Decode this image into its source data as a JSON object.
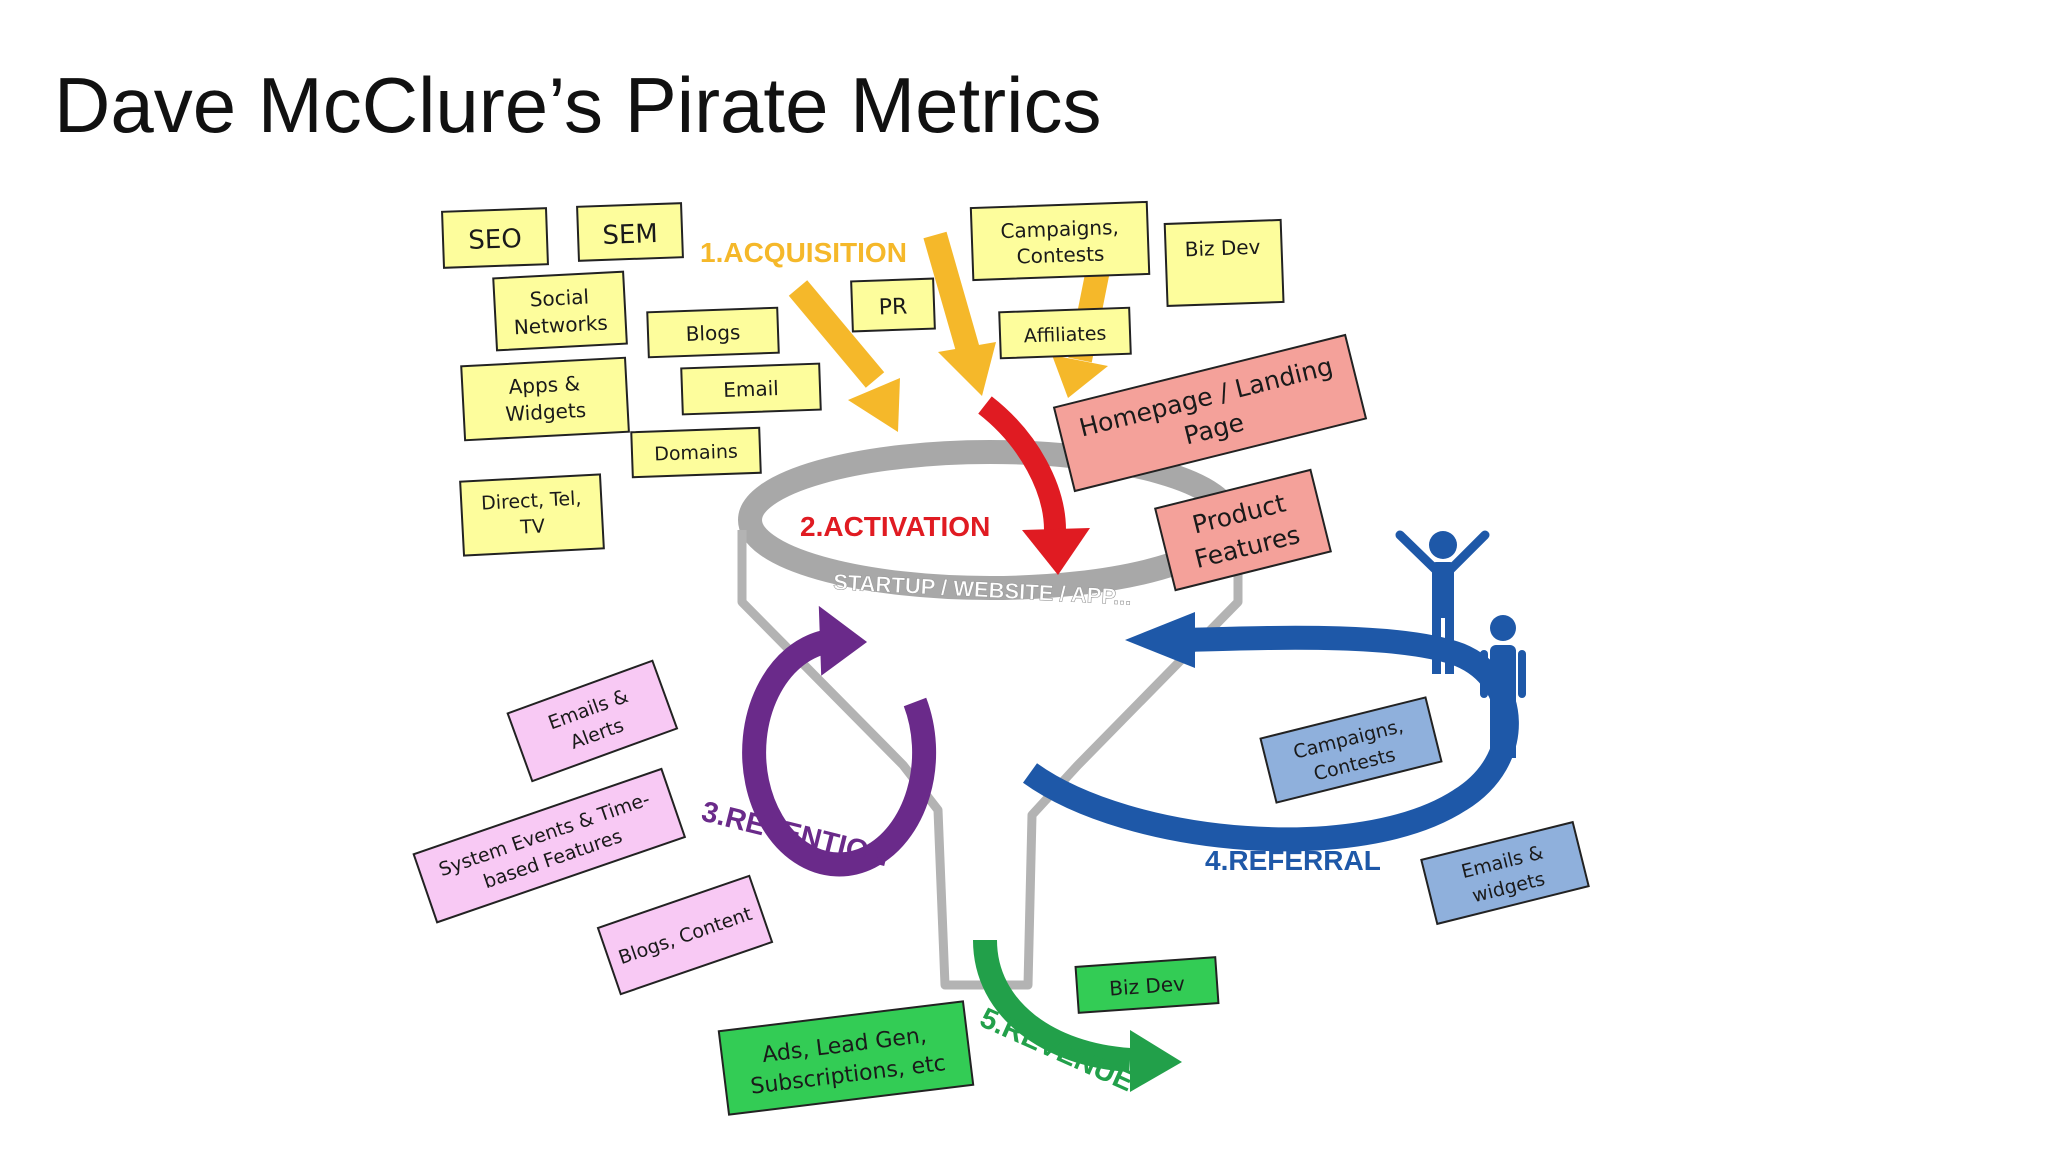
{
  "slide": {
    "title": "Dave McClure’s Pirate Metrics"
  },
  "colors": {
    "acquisition": "#f5b82a",
    "activation": "#e01b22",
    "retention": "#6a2a8a",
    "referral": "#1e58a8",
    "revenue": "#22a04a",
    "funnel": "#a8a8a8",
    "note_yellow": "#fdfd9c",
    "note_salmon": "#f4a19a",
    "note_pink": "#f8c9f4",
    "note_blue": "#8fb0dc",
    "note_green": "#33cc55"
  },
  "funnel": {
    "label": "STARTUP / WEBSITE / APP..."
  },
  "stages": {
    "acquisition": "1.ACQUISITION",
    "activation": "2.ACTIVATION",
    "retention": "3.RETENTION",
    "referral": "4.REFERRAL",
    "revenue": "5.REVENUE"
  },
  "notes": {
    "acquisition": {
      "seo": "SEO",
      "sem": "SEM",
      "social_1": "Social",
      "social_2": "Networks",
      "blogs": "Blogs",
      "pr": "PR",
      "campaigns_1": "Campaigns,",
      "campaigns_2": "Contests",
      "biz_dev": "Biz Dev",
      "affiliates": "Affiliates",
      "apps_1": "Apps &",
      "apps_2": "Widgets",
      "email": "Email",
      "domains": "Domains",
      "direct_1": "Direct, Tel,",
      "direct_2": "TV"
    },
    "activation": {
      "homepage_1": "Homepage / Landing",
      "homepage_2": "Page",
      "features_1": "Product",
      "features_2": "Features"
    },
    "retention": {
      "emails_1": "Emails &",
      "emails_2": "Alerts",
      "system_1": "System Events & Time-",
      "system_2": "based Features",
      "blogs_content": "Blogs, Content"
    },
    "referral": {
      "campaigns_1": "Campaigns,",
      "campaigns_2": "Contests",
      "emails_1": "Emails &",
      "emails_2": "widgets"
    },
    "revenue": {
      "biz_dev": "Biz Dev",
      "ads_1": "Ads, Lead Gen,",
      "ads_2": "Subscriptions, etc"
    }
  },
  "icons": [
    "person-arms-raised-icon",
    "person-standing-icon"
  ]
}
